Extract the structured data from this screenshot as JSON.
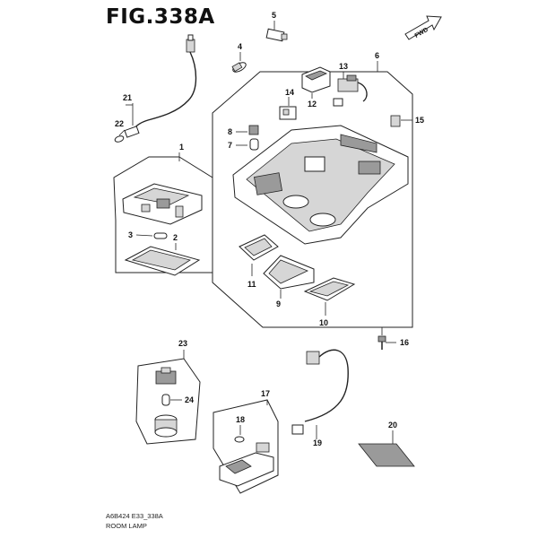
{
  "figure": {
    "title": "FIG.338A",
    "fwd_label": "FWD",
    "code": "A6B424 E33_338A",
    "name": "ROOM LAMP"
  },
  "callouts": {
    "c1": "1",
    "c2": "2",
    "c3": "3",
    "c4": "4",
    "c5": "5",
    "c6": "6",
    "c7": "7",
    "c8": "8",
    "c9": "9",
    "c10": "10",
    "c11": "11",
    "c12": "12",
    "c13": "13",
    "c14": "14",
    "c15": "15",
    "c16": "16",
    "c17": "17",
    "c18": "18",
    "c19": "19",
    "c20": "20",
    "c21": "21",
    "c22": "22",
    "c23": "23",
    "c24": "24"
  }
}
